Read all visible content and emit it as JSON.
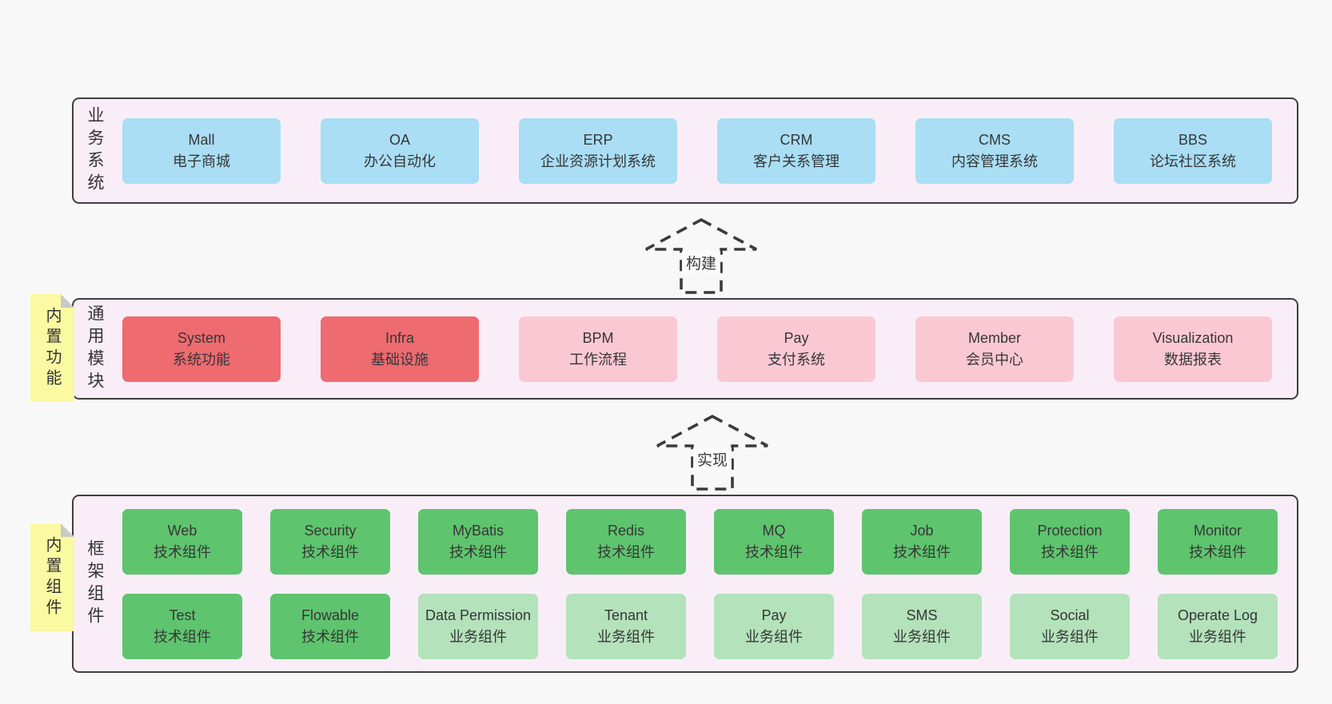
{
  "colors": {
    "page_bg": "#f8f8f8",
    "container_bg": "#f9eef8",
    "container_border": "#3f3f3f",
    "box_blue": "#a9def5",
    "box_red": "#ee6b70",
    "box_pink": "#fac8d3",
    "box_green_dark": "#5fc46e",
    "box_green_light": "#b3e2bb",
    "note_yellow": "#fbf9a2",
    "note_fold_gray": "#c9c9c9",
    "text": "#3b3b3b"
  },
  "arrows": [
    {
      "label": "构建"
    },
    {
      "label": "实现"
    }
  ],
  "notes": [
    {
      "text": "内置功能"
    },
    {
      "text": "内置组件"
    }
  ],
  "sections": {
    "business": {
      "label": "业务系统",
      "boxes": [
        {
          "en": "Mall",
          "zh": "电子商城"
        },
        {
          "en": "OA",
          "zh": "办公自动化"
        },
        {
          "en": "ERP",
          "zh": "企业资源计划系统"
        },
        {
          "en": "CRM",
          "zh": "客户关系管理"
        },
        {
          "en": "CMS",
          "zh": "内容管理系统"
        },
        {
          "en": "BBS",
          "zh": "论坛社区系统"
        }
      ]
    },
    "modules": {
      "label": "通用模块",
      "boxes": [
        {
          "en": "System",
          "zh": "系统功能"
        },
        {
          "en": "Infra",
          "zh": "基础设施"
        },
        {
          "en": "BPM",
          "zh": "工作流程"
        },
        {
          "en": "Pay",
          "zh": "支付系统"
        },
        {
          "en": "Member",
          "zh": "会员中心"
        },
        {
          "en": "Visualization",
          "zh": "数据报表"
        }
      ]
    },
    "components": {
      "label": "框架组件",
      "row1": [
        {
          "en": "Web",
          "zh": "技术组件"
        },
        {
          "en": "Security",
          "zh": "技术组件"
        },
        {
          "en": "MyBatis",
          "zh": "技术组件"
        },
        {
          "en": "Redis",
          "zh": "技术组件"
        },
        {
          "en": "MQ",
          "zh": "技术组件"
        },
        {
          "en": "Job",
          "zh": "技术组件"
        },
        {
          "en": "Protection",
          "zh": "技术组件"
        },
        {
          "en": "Monitor",
          "zh": "技术组件"
        }
      ],
      "row2": [
        {
          "en": "Test",
          "zh": "技术组件"
        },
        {
          "en": "Flowable",
          "zh": "技术组件"
        },
        {
          "en": "Data Permission",
          "zh": "业务组件"
        },
        {
          "en": "Tenant",
          "zh": "业务组件"
        },
        {
          "en": "Pay",
          "zh": "业务组件"
        },
        {
          "en": "SMS",
          "zh": "业务组件"
        },
        {
          "en": "Social",
          "zh": "业务组件"
        },
        {
          "en": "Operate Log",
          "zh": "业务组件"
        }
      ]
    }
  }
}
